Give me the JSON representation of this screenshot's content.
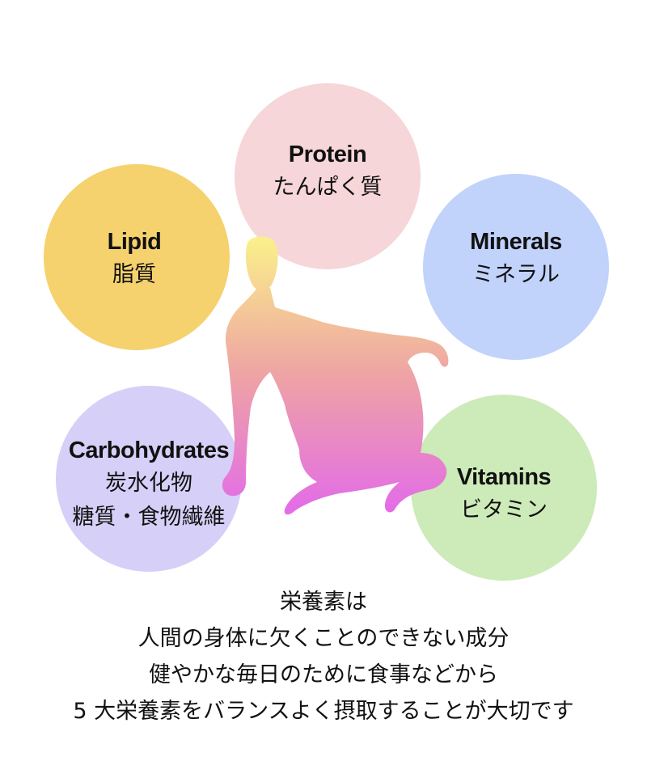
{
  "colors": {
    "protein": "#f6d6d8",
    "lipid": "#f5d26e",
    "minerals": "#c1d2fb",
    "carbohydrates": "#d6d0f8",
    "vitamins": "#cdeab9",
    "figure_top": "#faf08a",
    "figure_mid": "#eea4a4",
    "figure_bottom": "#e36de6"
  },
  "nutrients": {
    "protein": {
      "en": "Protein",
      "ja": "たんぱく質"
    },
    "lipid": {
      "en": "Lipid",
      "ja": "脂質"
    },
    "minerals": {
      "en": "Minerals",
      "ja": "ミネラル"
    },
    "carbohydrates": {
      "en": "Carbohydrates",
      "ja": "炭水化物",
      "ja2": "糖質・食物繊維"
    },
    "vitamins": {
      "en": "Vitamins",
      "ja": "ビタミン"
    }
  },
  "caption": {
    "lines": [
      "栄養素は",
      "人間の身体に欠くことのできない成分",
      "健やかな毎日のために食事などから",
      "5 大栄養素をバランスよく摂取することが大切です"
    ]
  }
}
